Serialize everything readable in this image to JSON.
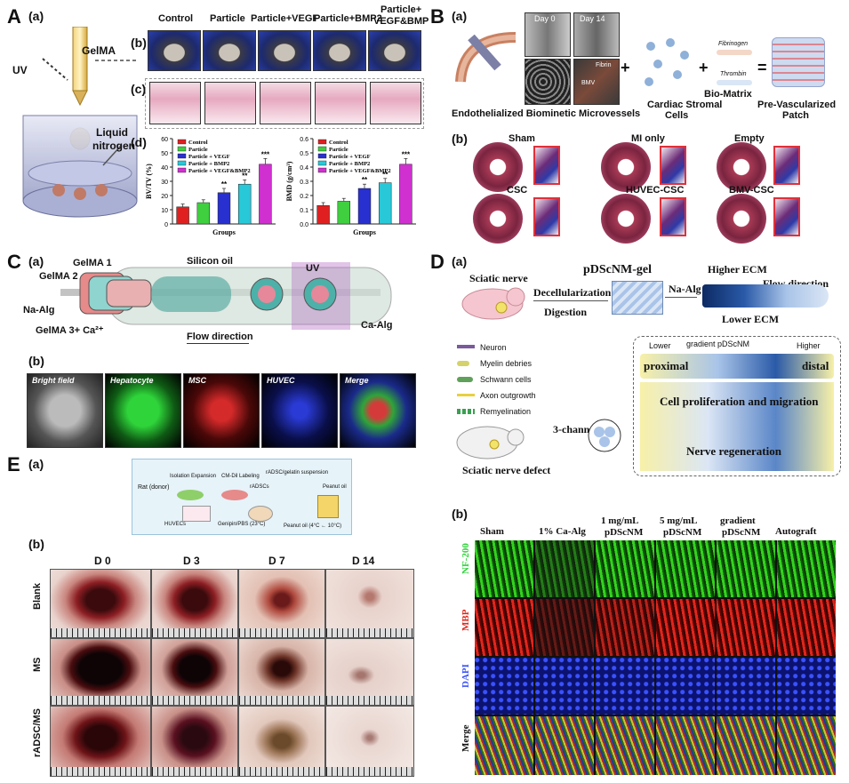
{
  "panelA": {
    "letter": "A",
    "a": "(a)",
    "b": "(b)",
    "c": "(c)",
    "d": "(d)",
    "gelma": "GelMA",
    "uv": "UV",
    "liquid": "Liquid",
    "nitrogen": "nitrogen",
    "groups": [
      "Control",
      "Particle",
      "Particle+VEGF",
      "Particle+BMP2",
      "Particle+",
      "VEGF&BMP"
    ],
    "legend": [
      "Control",
      "Particle",
      "Particle + VEGF",
      "Particle + BMP2",
      "Particle + VEGF&BMP2"
    ],
    "xlabel": "Groups",
    "chart_bvtv_ylabel": "BV/TV (%)",
    "chart_bmd_ylabel": "BMD (g/cm³)"
  },
  "panelB": {
    "letter": "B",
    "a": "(a)",
    "b": "(b)",
    "day0": "Day 0",
    "day14": "Day 14",
    "fibrin": "Fibrin",
    "bmv": "BMV",
    "endo": "Endothelialized Biominetic Microvessels",
    "cardiac": "Cardiac Stromal",
    "cells": "Cells",
    "fibrinogen": "Fibrinogen",
    "thrombin": "Thrombin",
    "biomatrix": "Bio-Matrix",
    "prevasc": "Pre-Vascularized",
    "patch": "Patch",
    "groups": [
      "Sham",
      "MI only",
      "Empty",
      "CSC",
      "HUVEC-CSC",
      "BMV-CSC"
    ]
  },
  "panelC": {
    "letter": "C",
    "a": "(a)",
    "b": "(b)",
    "gelma1": "GelMA 1",
    "gelma2": "GelMA 2",
    "siliconoil": "Silicon oil",
    "uv": "UV",
    "naalg": "Na-Alg",
    "gelma3": "GelMA 3+ Ca²⁺",
    "caalg": "Ca-Alg",
    "flow": "Flow direction",
    "channels": [
      "Bright field",
      "Hepatocyte",
      "MSC",
      "HUVEC",
      "Merge"
    ]
  },
  "panelD": {
    "letter": "D",
    "a": "(a)",
    "b": "(b)",
    "sciatic": "Sciatic nerve",
    "pdscnmgel": "pDScNM-gel",
    "decell": "Decellularization",
    "digestion": "Digestion",
    "naalg": "Na-Alg",
    "higher": "Higher ECM",
    "lower": "Lower ECM",
    "flow": "Flow direction",
    "legend": [
      "Neuron",
      "Myelin debries",
      "Schwann cells",
      "Axon outgrowth",
      "Remyelination"
    ],
    "channel3": "3-channel",
    "defect": "Sciatic nerve defect",
    "lowerlbl": "Lower",
    "gradient": "gradient pDScNM",
    "higherlbl": "Higher",
    "proximal": "proximal",
    "distal": "distal",
    "prolif": "Cell proliferation and migration",
    "regen": "Nerve regeneration",
    "cols": [
      "Sham",
      "1% Ca-Alg",
      "1 mg/mL",
      "pDScNM",
      "5 mg/mL",
      "pDScNM",
      "gradient",
      "pDScNM",
      "Autograft"
    ],
    "rows": [
      "NF-200",
      "MBP",
      "DAPI",
      "Merge"
    ]
  },
  "panelE": {
    "letter": "E",
    "a": "(a)",
    "b": "(b)",
    "days": [
      "D 0",
      "D 3",
      "D 7",
      "D 14"
    ],
    "rows": [
      "Blank",
      "MS",
      "rADSC/MS"
    ],
    "flow": [
      "Rat (donor)",
      "Isolation Expansion",
      "CM-Dil Labeling",
      "rADSCs",
      "rADSC/gelatin suspension",
      "Peanut oil",
      "Peanut oil (4°C ← 10°C)",
      "Genipin/PBS (23°C)",
      "HUVECs"
    ]
  },
  "chart_data": [
    {
      "type": "bar",
      "categories": [
        "Control",
        "Particle",
        "Particle + VEGF",
        "Particle + BMP2",
        "Particle + VEGF&BMP2"
      ],
      "values": [
        12,
        15,
        22,
        28,
        42
      ],
      "errors": [
        2,
        2,
        3,
        3,
        4
      ],
      "significance": [
        "",
        "",
        "**",
        "**",
        "***"
      ],
      "ylabel": "BV/TV (%)",
      "xlabel": "Groups",
      "ylim": [
        0,
        60
      ],
      "yticks": [
        0,
        10,
        20,
        30,
        40,
        50,
        60
      ],
      "colors": [
        "#e02020",
        "#3fcf3f",
        "#2830d0",
        "#28c8d8",
        "#d030d0"
      ]
    },
    {
      "type": "bar",
      "categories": [
        "Control",
        "Particle",
        "Particle + VEGF",
        "Particle + BMP2",
        "Particle + VEGF&BMP2"
      ],
      "values": [
        0.13,
        0.16,
        0.25,
        0.29,
        0.42
      ],
      "errors": [
        0.02,
        0.02,
        0.03,
        0.03,
        0.04
      ],
      "significance": [
        "",
        "",
        "**",
        "**",
        "***"
      ],
      "ylabel": "BMD (g/cm³)",
      "xlabel": "Groups",
      "ylim": [
        0,
        0.6
      ],
      "yticks": [
        0.0,
        0.1,
        0.2,
        0.3,
        0.4,
        0.5,
        0.6
      ],
      "colors": [
        "#e02020",
        "#3fcf3f",
        "#2830d0",
        "#28c8d8",
        "#d030d0"
      ]
    }
  ]
}
